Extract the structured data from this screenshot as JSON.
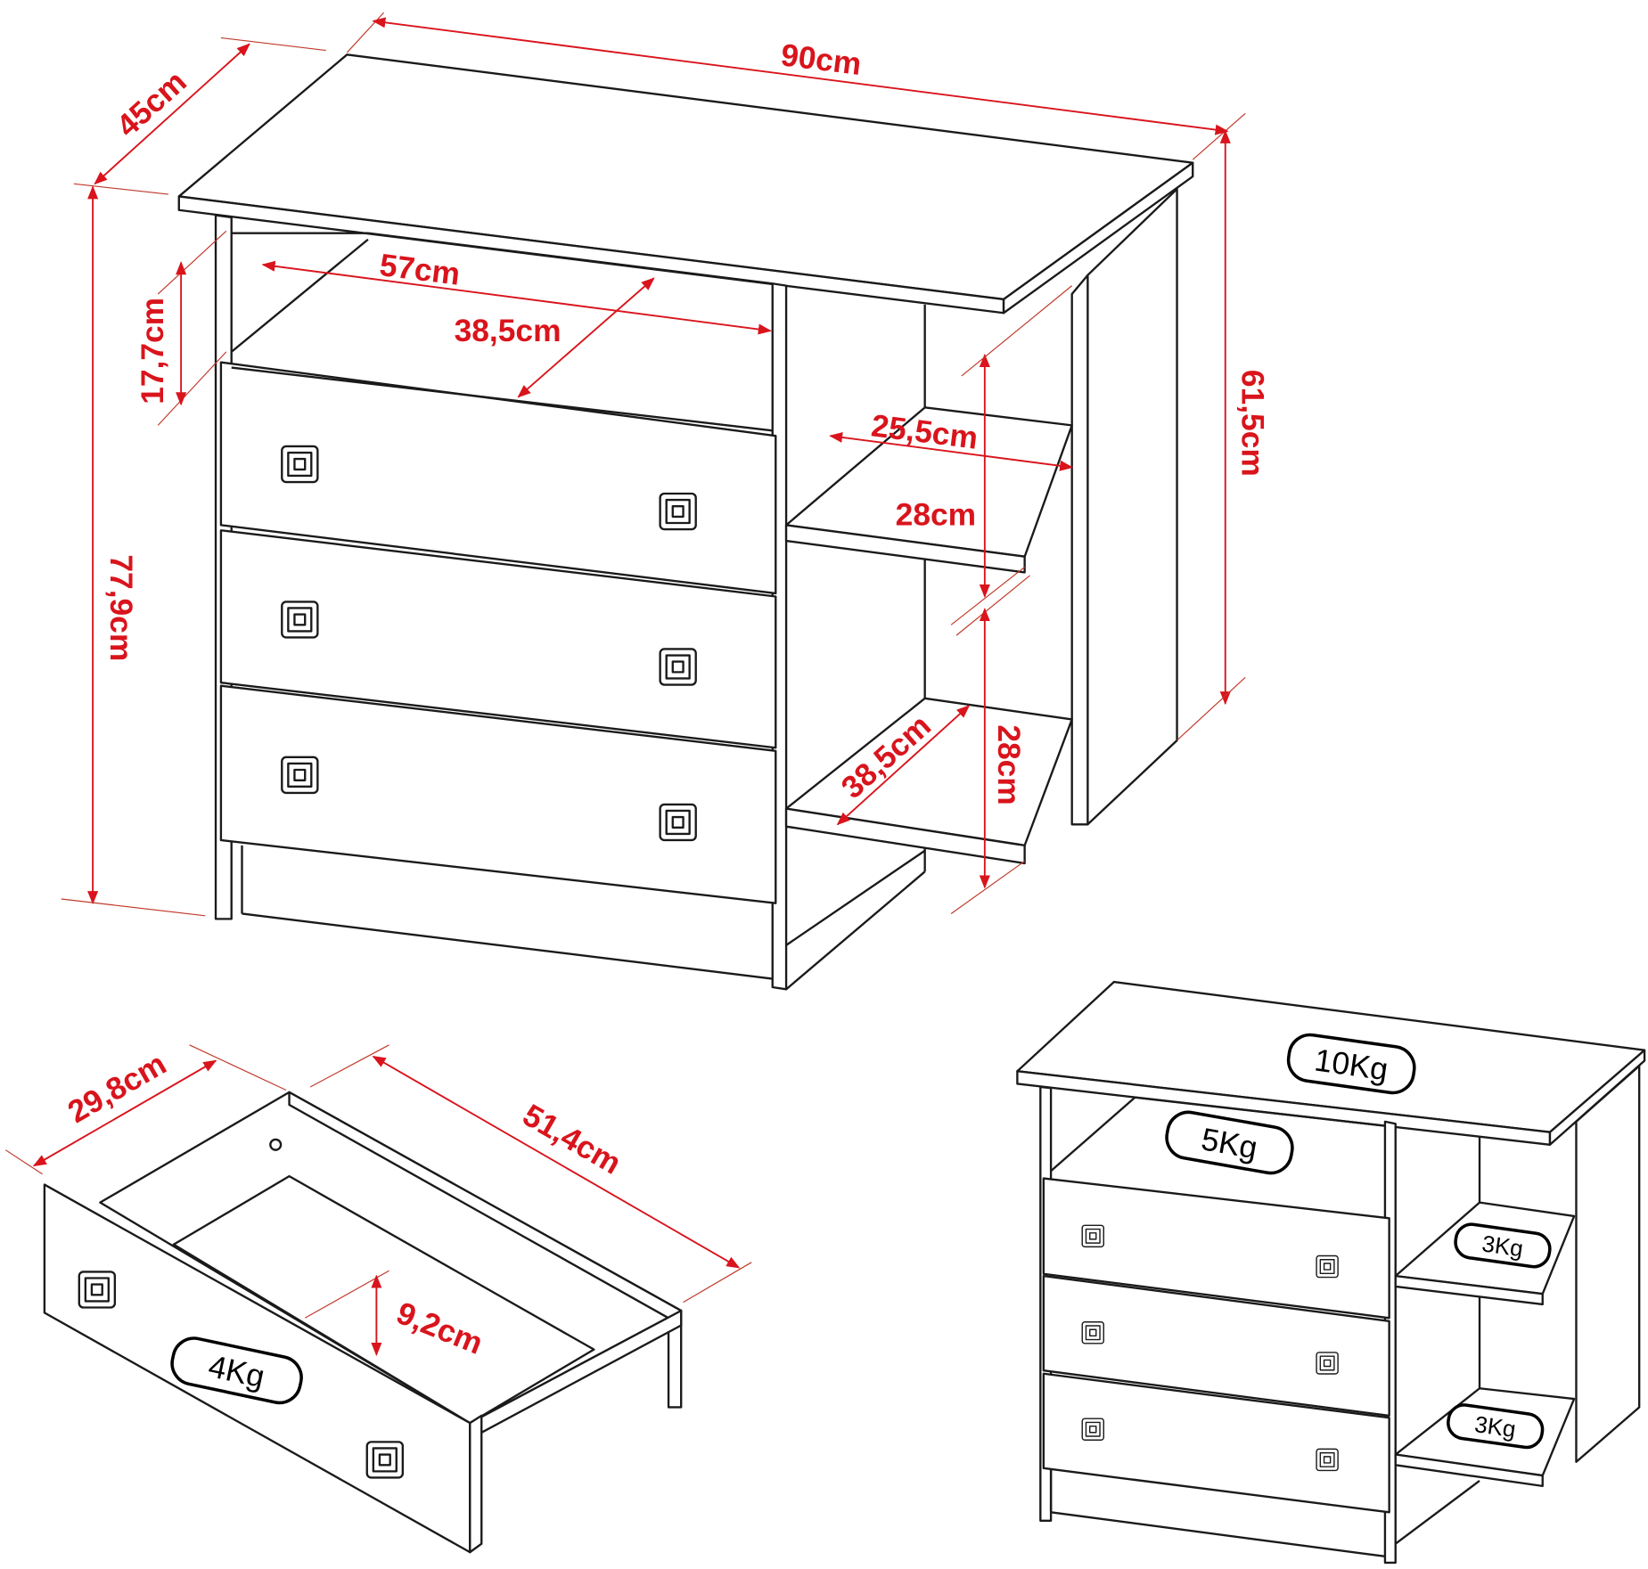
{
  "dimensions": {
    "width": "90cm",
    "depth": "45cm",
    "open_shelf_height": "17,7cm",
    "open_shelf_width": "57cm",
    "open_shelf_depth": "38,5cm",
    "side_shelf_width": "25,5cm",
    "side_shelf_upper_height": "28cm",
    "side_height": "61,5cm",
    "total_height": "77,9cm",
    "side_shelf_depth": "38,5cm",
    "side_shelf_lower_height": "28cm",
    "drawer_width": "29,8cm",
    "drawer_depth": "51,4cm",
    "drawer_height": "9,2cm"
  },
  "loads": {
    "drawer": "4Kg",
    "top": "10Kg",
    "open_shelf": "5Kg",
    "side_shelf_upper": "3Kg",
    "side_shelf_lower": "3Kg"
  },
  "colors": {
    "dimension": "#d9141c",
    "line": "#1a1a1a"
  }
}
